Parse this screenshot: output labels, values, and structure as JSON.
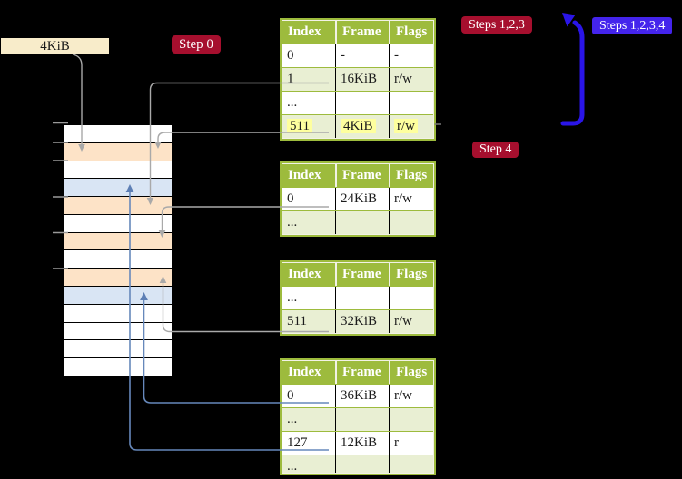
{
  "palette": {
    "background": "#000000",
    "table_header_green": "#9dbb3d",
    "table_row_green": "#e9efd3",
    "memory_peach": "#fde3c7",
    "memory_blue": "#d9e5f4",
    "pagesize_box_cream": "#f8ecca",
    "badge_red": "#a60f2e",
    "badge_blue": "#4424ec",
    "highlight_yellow": "#feff9e",
    "connector_gray": "#a9a9a9",
    "connector_steel_blue": "#6688bb",
    "thick_arrow_blue": "#2a15e8"
  },
  "labels": {
    "page_size": "4KiB",
    "step0": "Step 0",
    "steps123": "Steps 1,2,3",
    "steps1234": "Steps 1,2,3,4",
    "step4": "Step 4"
  },
  "table_columns": [
    "Index",
    "Frame",
    "Flags"
  ],
  "tables": [
    {
      "id": "table-1",
      "rows": [
        {
          "index": "0",
          "frame": "-",
          "flags": "-"
        },
        {
          "index": "1",
          "frame": "16KiB",
          "flags": "r/w"
        },
        {
          "index": "...",
          "frame": "",
          "flags": ""
        },
        {
          "index": "511",
          "frame": "4KiB",
          "flags": "r/w",
          "highlight": true
        }
      ]
    },
    {
      "id": "table-2",
      "rows": [
        {
          "index": "0",
          "frame": "24KiB",
          "flags": "r/w"
        },
        {
          "index": "...",
          "frame": "",
          "flags": ""
        }
      ]
    },
    {
      "id": "table-3",
      "rows": [
        {
          "index": "...",
          "frame": "",
          "flags": ""
        },
        {
          "index": "511",
          "frame": "32KiB",
          "flags": "r/w"
        }
      ]
    },
    {
      "id": "table-4",
      "rows": [
        {
          "index": "0",
          "frame": "36KiB",
          "flags": "r/w"
        },
        {
          "index": "...",
          "frame": "",
          "flags": ""
        },
        {
          "index": "127",
          "frame": "12KiB",
          "flags": "r"
        },
        {
          "index": "...",
          "frame": "",
          "flags": ""
        }
      ]
    }
  ],
  "memory": {
    "rows": [
      "white",
      "peach",
      "white",
      "blue",
      "peach",
      "white",
      "peach",
      "white",
      "peach",
      "blue",
      "white",
      "white",
      "white",
      "white"
    ]
  }
}
